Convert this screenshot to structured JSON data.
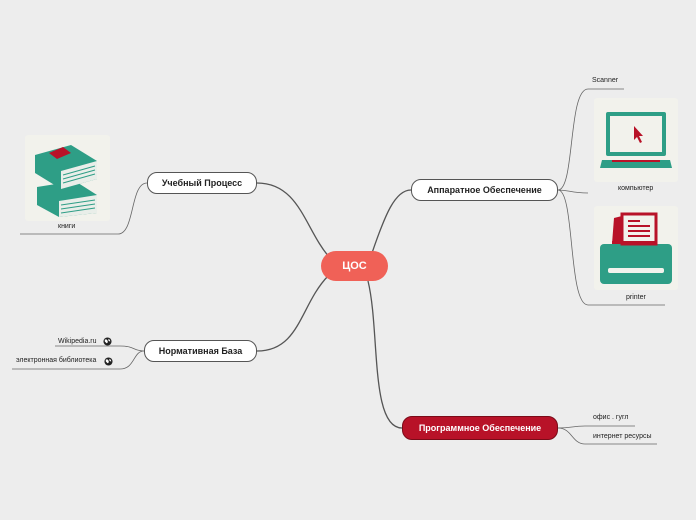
{
  "center": {
    "label": "ЦОС",
    "color": "#f06157"
  },
  "branches": {
    "uchebny": {
      "label": "Учебный Процесс",
      "leaves": [
        {
          "label": "книги",
          "icon": "books-icon"
        }
      ]
    },
    "normativ": {
      "label": "Нормативная База",
      "leaves": [
        {
          "label": "Wikipedia.ru",
          "icon": "globe-icon"
        },
        {
          "label": "электронная библиотека",
          "icon": "globe-icon"
        }
      ]
    },
    "apparat": {
      "label": "Аппаратное Обеспечение",
      "leaves": [
        {
          "label": "Scanner"
        },
        {
          "label": "компьютер",
          "icon": "laptop-icon"
        },
        {
          "label": "printer",
          "icon": "printer-icon"
        }
      ]
    },
    "program": {
      "label": "Программное Обеспечение",
      "color": "#b81228",
      "leaves": [
        {
          "label": "офис . гугл"
        },
        {
          "label": "интернет ресурсы"
        }
      ]
    }
  },
  "colors": {
    "accent_teal": "#2e9e86",
    "accent_red": "#b81228",
    "line": "#555555",
    "background": "#ededed"
  }
}
